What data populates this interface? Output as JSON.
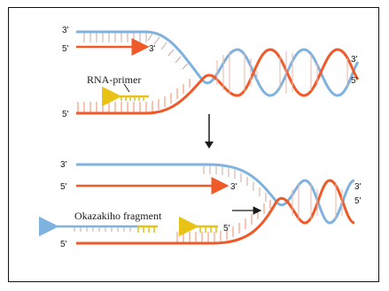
{
  "colors": {
    "blue_strand": "#7fb2de",
    "red_strand": "#f05a28",
    "primer": "#d9c31a",
    "arrow_head": "#e8c315",
    "rung": "#c9a8a0",
    "frame": "#111111"
  },
  "top": {
    "label_top_3": "3'",
    "label_mid_5": "5'",
    "label_mid_3": "3'",
    "label_bottom_5": "5'",
    "helix_right_3": "3'",
    "helix_right_5": "5'",
    "rna_primer": "RNA-primer"
  },
  "bottom": {
    "label_top_3": "3'",
    "label_mid_5": "5'",
    "label_mid_3": "3'",
    "label_bottom_5": "5'",
    "helix_right_3": "3'",
    "helix_right_5": "5'",
    "okazaki": "Okazakiho fragment",
    "fragment_5": "5'"
  },
  "icons": {
    "transition_arrow": "arrow-down-icon",
    "direction_arrow": "arrow-right-icon"
  }
}
